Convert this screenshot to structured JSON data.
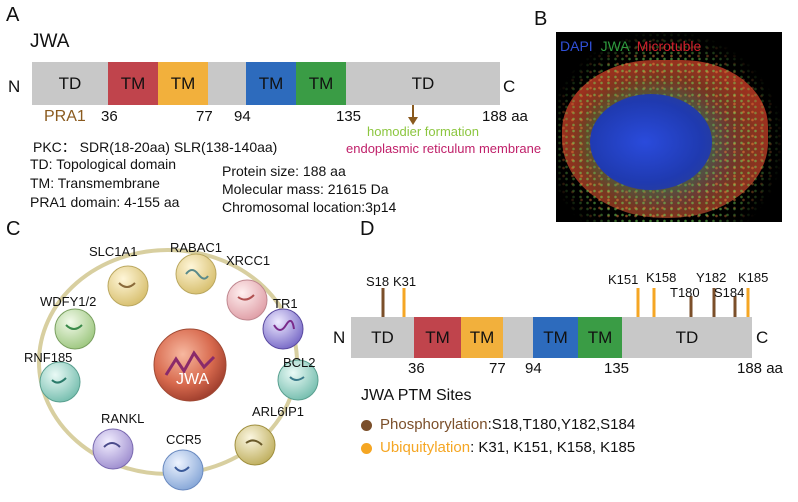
{
  "panels": {
    "a": "A",
    "b": "B",
    "c": "C",
    "d": "D"
  },
  "panel_a": {
    "title": "JWA",
    "n_label": "N",
    "c_label": "C",
    "segments": [
      {
        "label": "TD",
        "color": "#c8c8c8"
      },
      {
        "label": "TM",
        "color": "#c0444c"
      },
      {
        "label": "TM",
        "color": "#f2b03c"
      },
      {
        "label": "",
        "color": "#c8c8c8"
      },
      {
        "label": "TM",
        "color": "#2d6bbd"
      },
      {
        "label": "TM",
        "color": "#3a9c45"
      },
      {
        "label": "TD",
        "color": "#c8c8c8"
      }
    ],
    "pra1": "PRA1",
    "positions": [
      "36",
      "77",
      "94",
      "135",
      "188 aa"
    ],
    "homodimer": "homodier formation",
    "er_membrane": "endoplasmic reticulum membrane",
    "pkc": "PKC： SDR(18-20aa) SLR(138-140aa)",
    "legend": [
      "TD: Topological domain",
      "TM: Transmembrane",
      "PRA1 domain: 4-155 aa"
    ],
    "info": [
      "Protein size: 188 aa",
      "Molecular mass: 21615 Da",
      "Chromosomal location:3p14"
    ]
  },
  "panel_b": {
    "dapi": "DAPI",
    "jwa": "JWA",
    "microtuble": "Microtuble"
  },
  "panel_c": {
    "center": "JWA",
    "partners": [
      "RABAC1",
      "XRCC1",
      "TR1",
      "BCL2",
      "ARL6IP1",
      "CCR5",
      "RANKL",
      "RNF185",
      "WDFY1/2",
      "SLC1A1"
    ]
  },
  "panel_d": {
    "n_label": "N",
    "c_label": "C",
    "segments": [
      {
        "label": "TD",
        "color": "#c8c8c8"
      },
      {
        "label": "TM",
        "color": "#c0444c"
      },
      {
        "label": "TM",
        "color": "#f2b03c"
      },
      {
        "label": "",
        "color": "#c8c8c8"
      },
      {
        "label": "TM",
        "color": "#2d6bbd"
      },
      {
        "label": "TM",
        "color": "#3a9c45"
      },
      {
        "label": "TD",
        "color": "#c8c8c8"
      }
    ],
    "positions": [
      "36",
      "77",
      "94",
      "135",
      "188 aa"
    ],
    "sites": [
      {
        "label": "S18",
        "type": "phospho"
      },
      {
        "label": "K31",
        "type": "ubiq"
      },
      {
        "label": "K151",
        "type": "ubiq"
      },
      {
        "label": "K158",
        "type": "ubiq"
      },
      {
        "label": "T180",
        "type": "phospho"
      },
      {
        "label": "Y182",
        "type": "phospho"
      },
      {
        "label": "S184",
        "type": "phospho"
      },
      {
        "label": "K185",
        "type": "ubiq"
      }
    ],
    "ptm_title": "JWA PTM Sites",
    "phospho_name": "Phosphorylation",
    "phospho_sites": ":S18,T180,Y182,S184",
    "ubiq_name": "Ubiquitylation",
    "ubiq_sites": ": K31, K151, K158, K185",
    "phospho_color": "#7b4f2a",
    "ubiq_color": "#f5a623"
  }
}
